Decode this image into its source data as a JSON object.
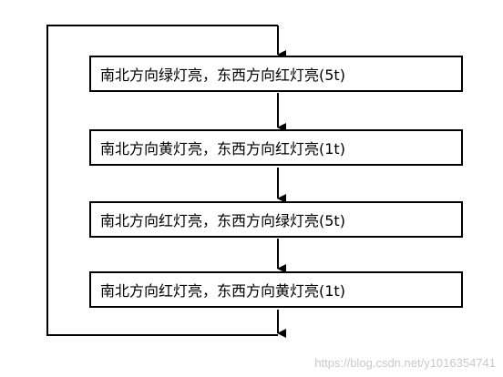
{
  "steps": [
    {
      "text": "南北方向绿灯亮，东西方向红灯亮(5t)"
    },
    {
      "text": "南北方向黄灯亮，东西方向红灯亮(1t)"
    },
    {
      "text": "南北方向红灯亮，东西方向绿灯亮(5t)"
    },
    {
      "text": "南北方向红灯亮，东西方向黄灯亮(1t)"
    }
  ],
  "watermark": "https://blog.csdn.net/y1016354741",
  "colors": {
    "line": "#000000",
    "watermark": "#c9c9c9"
  }
}
